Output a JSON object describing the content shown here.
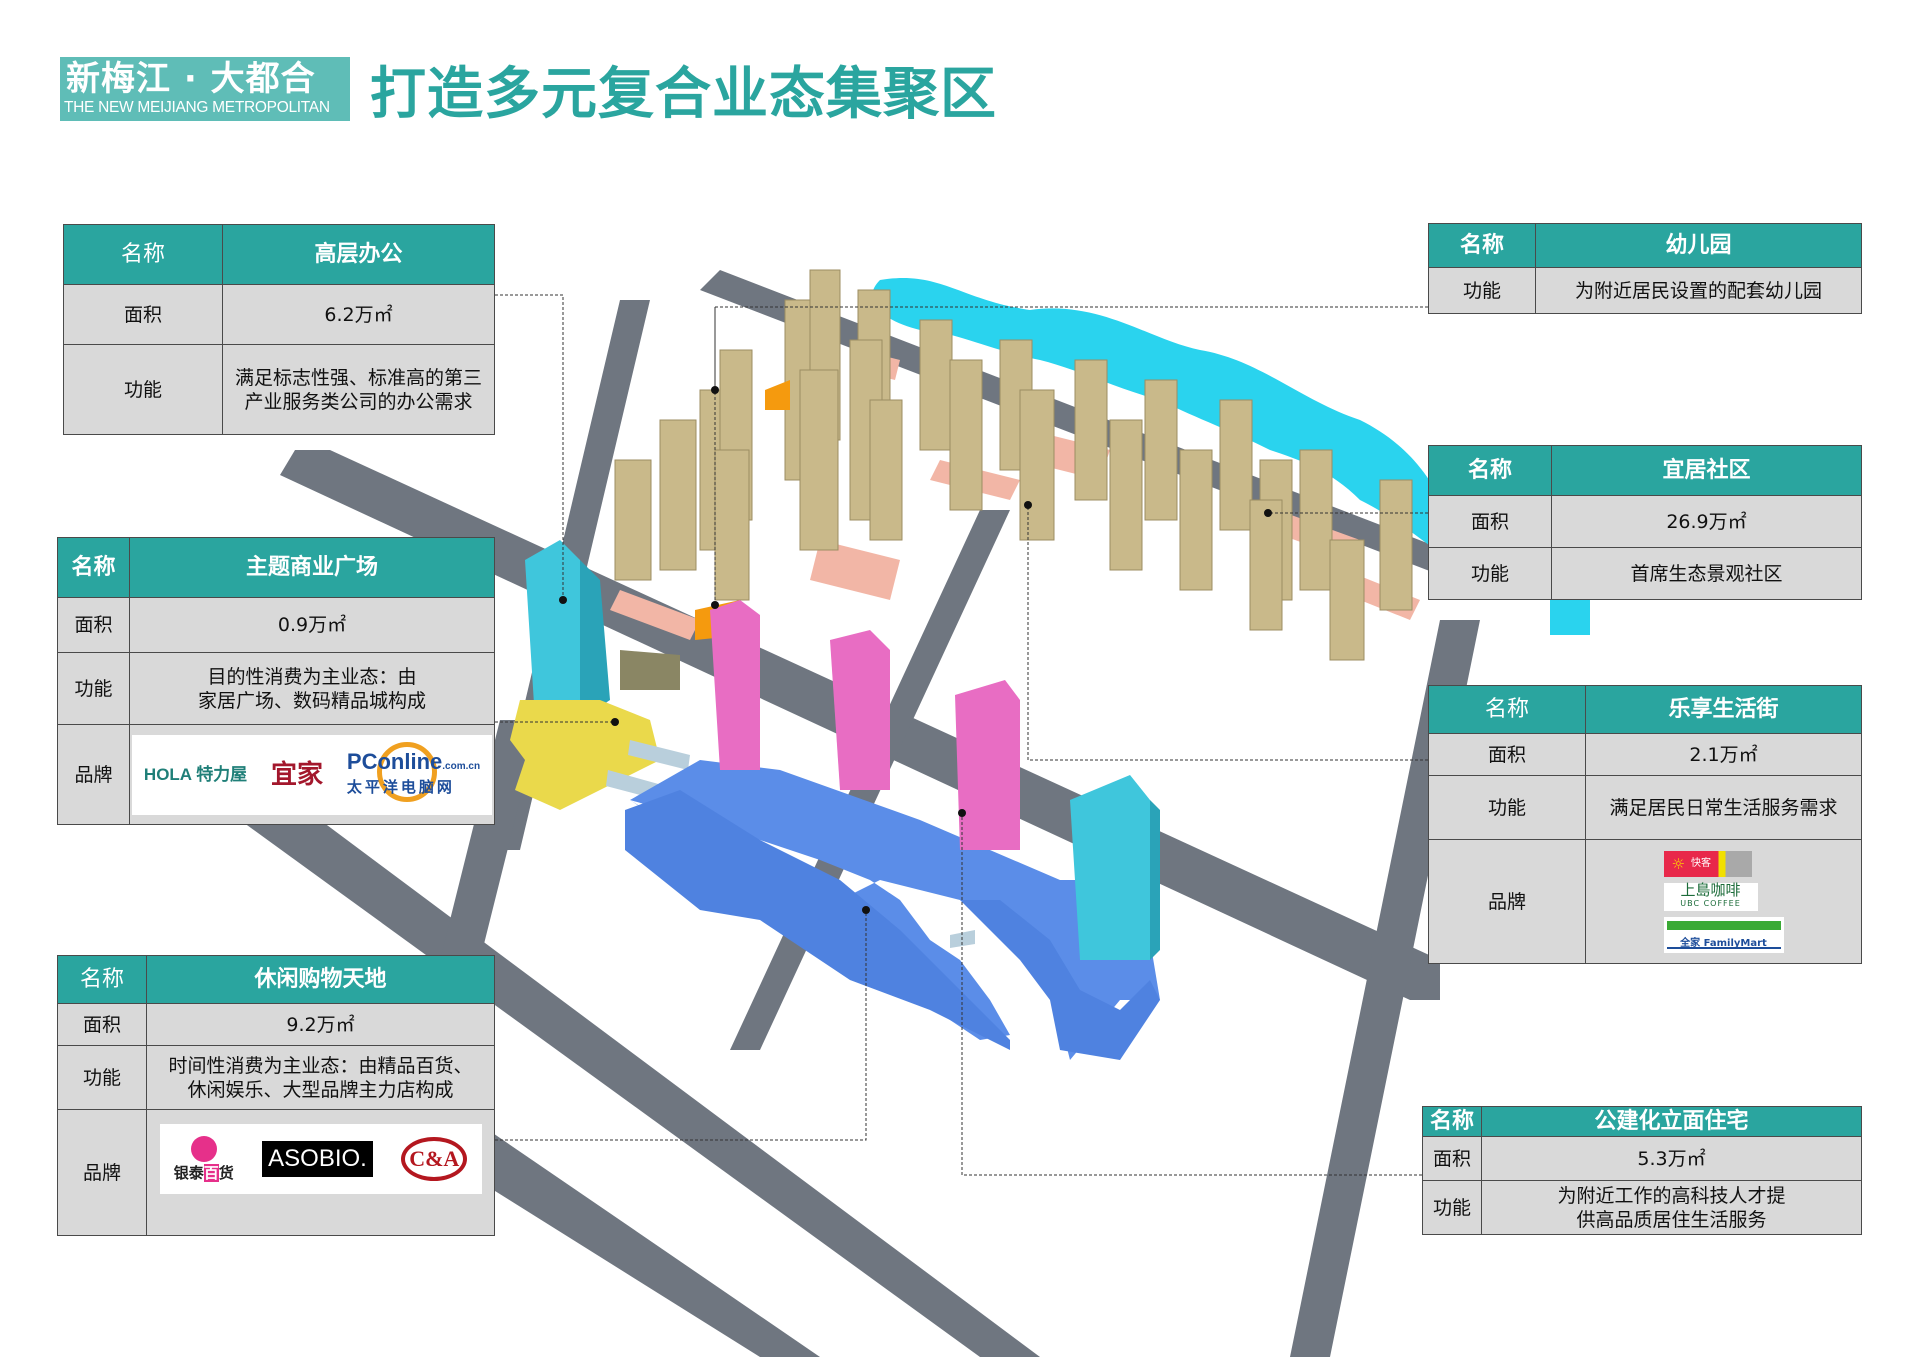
{
  "header": {
    "logo_cn": "新梅江 · 大都合",
    "logo_en": "THE NEW MEIJIANG METROPOLITAN",
    "title": "打造多元复合业态集聚区"
  },
  "colors": {
    "teal": "#2aa59f",
    "road": "#6f7680",
    "residential_tower": "#c9b98a",
    "podium": "#f2b6a6",
    "office_tower": "#3fc6dc",
    "residence_tower": "#e86dc3",
    "mall": "#5b8de8",
    "plaza": "#ead94b",
    "kindergarten": "#f59a0e",
    "water": "#2ad3ee"
  },
  "labels": {
    "name": "名称",
    "area": "面积",
    "function": "功能",
    "brand": "品牌"
  },
  "tables": {
    "office": {
      "name": "高层办公",
      "area": "6.2万㎡",
      "function_lines": [
        "满足标志性强、标准高的第三",
        "产业服务类公司的办公需求"
      ]
    },
    "theme_plaza": {
      "name": "主题商业广场",
      "area": "0.9万㎡",
      "function_lines": [
        "目的性消费为主业态：由",
        "家居广场、数码精品城构成"
      ],
      "brands": {
        "hola_en": "HOLA",
        "hola_cn": "特力屋",
        "yijia": "宜家",
        "pconline": "PConline",
        "pconline_suffix": ".com.cn",
        "pconline_cn": "太平洋电脑网"
      }
    },
    "leisure_shopping": {
      "name": "休闲购物天地",
      "area": "9.2万㎡",
      "function_lines": [
        "时间性消费为主业态：由精品百货、",
        "休闲娱乐、大型品牌主力店构成"
      ],
      "brands": {
        "yintai": "银泰",
        "yintai_hl": "百",
        "yintai_tail": "货",
        "asobio": "ASOBIO.",
        "ca": "C&A"
      }
    },
    "kindergarten": {
      "name": "幼儿园",
      "function": "为附近居民设置的配套幼儿园"
    },
    "community": {
      "name": "宜居社区",
      "area": "26.9万㎡",
      "function": "首席生态景观社区"
    },
    "life_street": {
      "name": "乐享生活街",
      "area": "2.1万㎡",
      "function": "满足居民日常生活服务需求",
      "brands": {
        "kuaike": "快客",
        "ubc_cn": "上島咖啡",
        "ubc_en": "UBC COFFEE",
        "familymart_cn": "全家",
        "familymart_en": "FamilyMart"
      }
    },
    "public_residence": {
      "name": "公建化立面住宅",
      "area": "5.3万㎡",
      "function_lines": [
        "为附近工作的高科技人才提",
        "供高品质居住生活服务"
      ]
    }
  }
}
